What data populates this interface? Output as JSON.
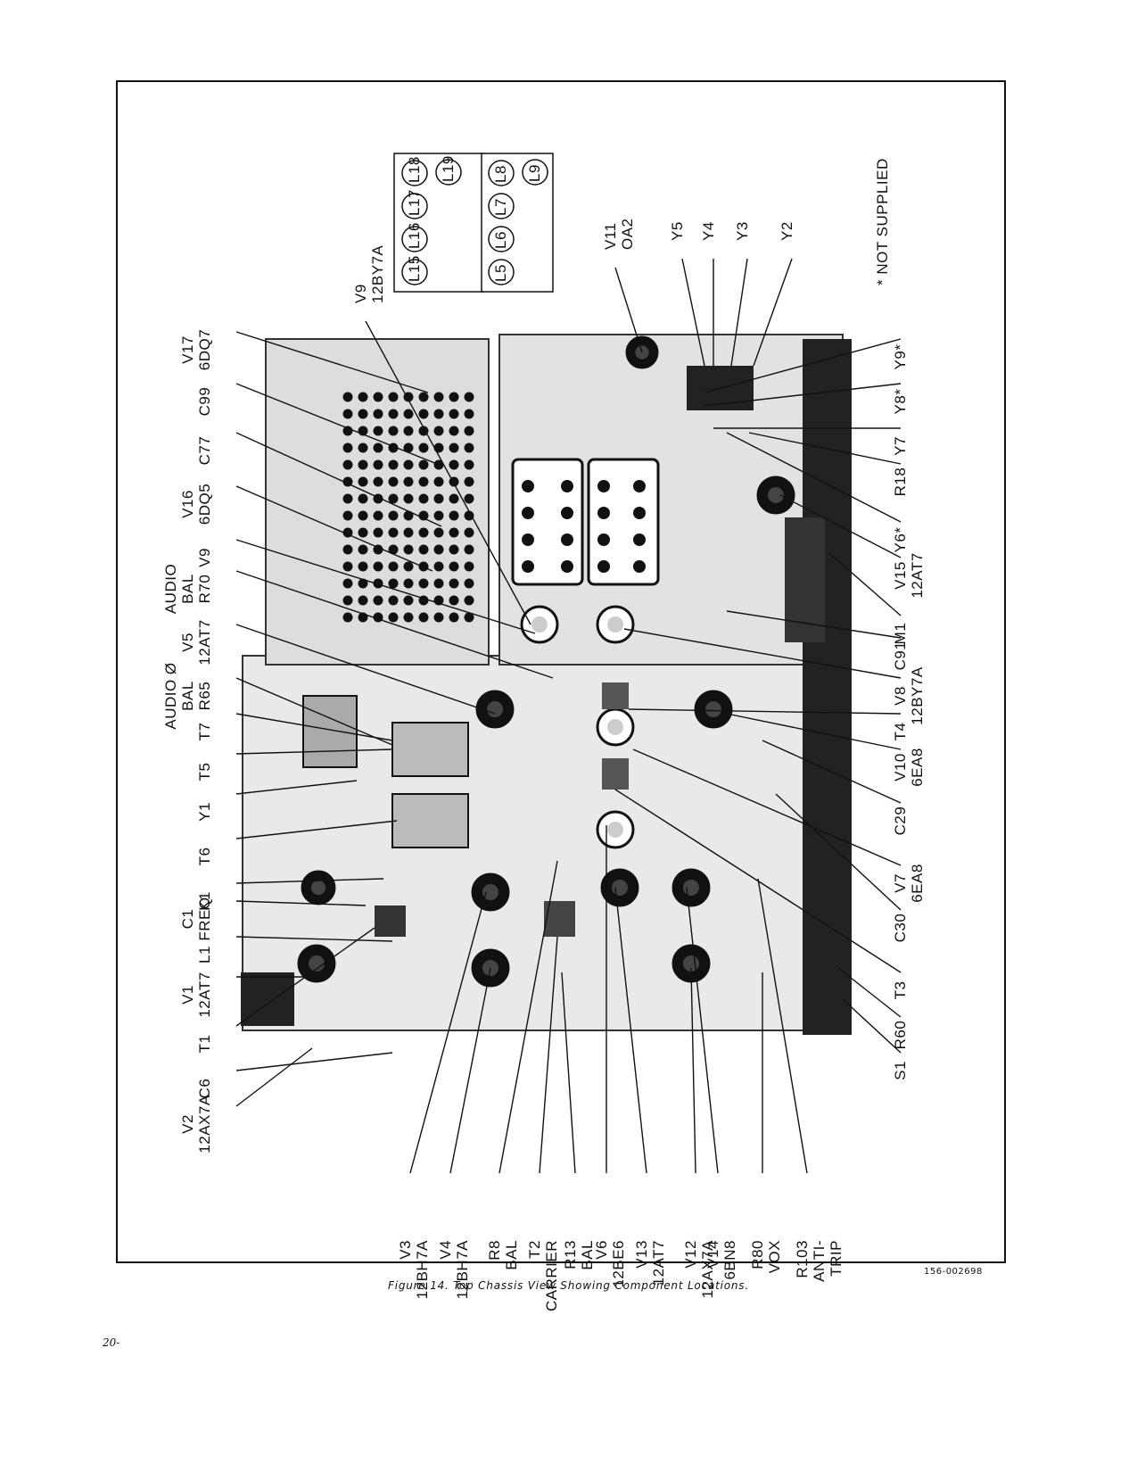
{
  "figure": {
    "caption": "Figure 14.  Top Chassis View Showing Component Locations.",
    "code": "156-002698",
    "page_number": "20-",
    "note": "* NOT SUPPLIED"
  },
  "labels": {
    "left": [
      {
        "id": "v17",
        "lines": [
          "V17",
          "6DQ7"
        ]
      },
      {
        "id": "c99",
        "lines": [
          "C99"
        ]
      },
      {
        "id": "c77",
        "lines": [
          "C77"
        ]
      },
      {
        "id": "v16",
        "lines": [
          "V16",
          "6DQ5"
        ]
      },
      {
        "id": "v9b",
        "lines": [
          "V9"
        ]
      },
      {
        "id": "r70",
        "lines": [
          "AUDIO",
          "BAL",
          "R70"
        ]
      },
      {
        "id": "v5",
        "lines": [
          "V5",
          "12AT7"
        ]
      },
      {
        "id": "r65",
        "lines": [
          "AUDIO Ø",
          "BAL",
          "R65"
        ]
      },
      {
        "id": "t7",
        "lines": [
          "T7"
        ]
      },
      {
        "id": "t5",
        "lines": [
          "T5"
        ]
      },
      {
        "id": "y1",
        "lines": [
          "Y1"
        ]
      },
      {
        "id": "t6",
        "lines": [
          "T6"
        ]
      },
      {
        "id": "k1",
        "lines": [
          "K1"
        ]
      },
      {
        "id": "c1",
        "lines": [
          "C1",
          "FREQ"
        ]
      },
      {
        "id": "l1",
        "lines": [
          "L1"
        ]
      },
      {
        "id": "v1",
        "lines": [
          "V1",
          "12AT7"
        ]
      },
      {
        "id": "t1",
        "lines": [
          "T1"
        ]
      },
      {
        "id": "c6",
        "lines": [
          "C6"
        ]
      },
      {
        "id": "v2",
        "lines": [
          "V2",
          "12AX7A"
        ]
      }
    ],
    "top": [
      {
        "id": "v9",
        "lines": [
          "V9",
          "12BY7A"
        ]
      },
      {
        "id": "v11",
        "lines": [
          "V11",
          "OA2"
        ]
      },
      {
        "id": "y5",
        "lines": [
          "Y5"
        ]
      },
      {
        "id": "y4",
        "lines": [
          "Y4"
        ]
      },
      {
        "id": "y3",
        "lines": [
          "Y3"
        ]
      },
      {
        "id": "y2",
        "lines": [
          "Y2"
        ]
      }
    ],
    "coil_box_1": [
      "L15",
      "L16",
      "L17",
      "L18",
      "L19"
    ],
    "coil_box_2": [
      "L5",
      "L6",
      "L7",
      "L8",
      "L9"
    ],
    "right": [
      {
        "id": "y9",
        "lines": [
          "Y9*"
        ]
      },
      {
        "id": "y8",
        "lines": [
          "Y8*"
        ]
      },
      {
        "id": "y7",
        "lines": [
          "Y7"
        ]
      },
      {
        "id": "r18",
        "lines": [
          "R18"
        ]
      },
      {
        "id": "y6",
        "lines": [
          "Y6*"
        ]
      },
      {
        "id": "v15",
        "lines": [
          "V15",
          "12AT7"
        ]
      },
      {
        "id": "m1",
        "lines": [
          "M1"
        ]
      },
      {
        "id": "c91",
        "lines": [
          "C91"
        ]
      },
      {
        "id": "v8",
        "lines": [
          "V8",
          "12BY7A"
        ]
      },
      {
        "id": "t4",
        "lines": [
          "T4"
        ]
      },
      {
        "id": "v10",
        "lines": [
          "V10",
          "6EA8"
        ]
      },
      {
        "id": "c29",
        "lines": [
          "C29"
        ]
      },
      {
        "id": "v7",
        "lines": [
          "V7",
          "6EA8"
        ]
      },
      {
        "id": "c30",
        "lines": [
          "C30"
        ]
      },
      {
        "id": "t3",
        "lines": [
          "T3"
        ]
      },
      {
        "id": "r60",
        "lines": [
          "R60"
        ]
      },
      {
        "id": "s1",
        "lines": [
          "S1"
        ]
      }
    ],
    "bottom": [
      {
        "id": "v3",
        "lines": [
          "V3",
          "12BH7A"
        ]
      },
      {
        "id": "v4",
        "lines": [
          "V4",
          "12BH7A"
        ]
      },
      {
        "id": "r8",
        "lines": [
          "R8",
          "BAL"
        ]
      },
      {
        "id": "t2",
        "lines": [
          "T2",
          "CARRIER"
        ]
      },
      {
        "id": "r13",
        "lines": [
          "R13",
          "BAL"
        ]
      },
      {
        "id": "v6",
        "lines": [
          "V6",
          "12BE6"
        ]
      },
      {
        "id": "v13",
        "lines": [
          "V13",
          "12AT7"
        ]
      },
      {
        "id": "v12",
        "lines": [
          "V12",
          "12AX7A"
        ]
      },
      {
        "id": "v14",
        "lines": [
          "V14",
          "6BN8"
        ]
      },
      {
        "id": "r80",
        "lines": [
          "R80",
          "VOX"
        ]
      },
      {
        "id": "r103",
        "lines": [
          "R103",
          "ANTI-",
          "TRIP"
        ]
      }
    ]
  }
}
